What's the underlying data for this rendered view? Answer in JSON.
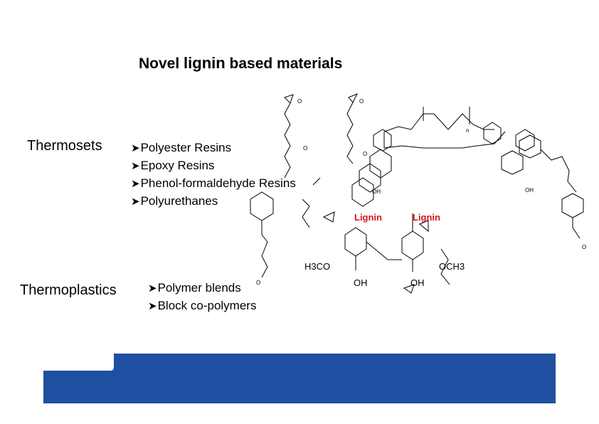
{
  "title": {
    "prefix": "Novel ",
    "emph": "lignin",
    "suffix": " based materials"
  },
  "thermosets": {
    "label": "Thermosets",
    "items": [
      "Polyester Resins",
      "Epoxy Resins",
      "Phenol-formaldehyde Resins",
      "Polyurethanes"
    ]
  },
  "thermoplastics": {
    "label": "Thermoplastics",
    "items": [
      "Polymer blends",
      "Block co-polymers"
    ]
  },
  "structure": {
    "lignin_label_1": "Lignin",
    "lignin_label_2": "Lignin",
    "h3co_1": "H3CO",
    "och3_1": "OCH3",
    "oh_1": "OH",
    "oh_2": "OH",
    "oh_3": "OH",
    "oh_4": "OH",
    "n_sub": "n",
    "o_1": "O",
    "o_2": "O",
    "o_3": "O",
    "o_4": "O",
    "o_5": "O",
    "o_6": "O"
  },
  "colors": {
    "banner": "#1f4fa0",
    "lignin_label": "#d6171c"
  }
}
